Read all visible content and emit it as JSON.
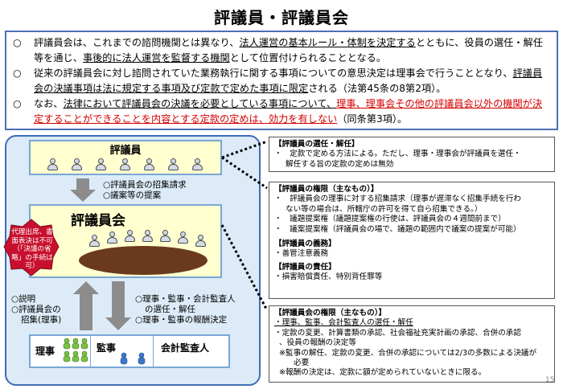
{
  "title": "評議員・評議員会",
  "intro": {
    "p1": {
      "bullet": "○",
      "a": "評議員会は、これまでの諮問機関とは異なり、",
      "b": "法人運営の基本ルール・体制を決定する",
      "c": "とともに、役員の選任・解任等を通じ、",
      "d": "事後的に法人運営を監督する機関",
      "e": "として位置付けられることとなる。"
    },
    "p2": {
      "bullet": "○",
      "a": "従来の評議員会に対し諮問されていた業務執行に関する事項についての意思決定は理事会で行うこととなり、",
      "b": "評議員会の決議事項は法に規定する事項及び定款で定めた事項に限定",
      "c": "される（法第45条の8第2項）。"
    },
    "p3": {
      "bullet": "○",
      "a": "なお、",
      "b": "法律において評議員会の決議を必要としている事項について、",
      "c": "理事、理事会その他の評議員会以外の機関が決定することができることを内容とする定款の定めは、",
      "d": "効力を有しない",
      "e": "（同条第3項）。"
    }
  },
  "diagram": {
    "hyogiin_label": "評議員",
    "req_line1": "○評議員会の招集請求",
    "req_line2": "○議案等の提案",
    "hyogiinkai_label": "評議員会",
    "proxy_text": "代理出席、書面表決は不可（「決議の省略」の手続は可）",
    "left_text1": "○説明",
    "left_text2": "○評議員会の",
    "left_text3": "招集(理事)",
    "right_text1": "○理事・監事・会計監査人",
    "right_text2": "の選任・解任",
    "right_text3": "○理事・監事の報酬決定",
    "riji_label": "理事",
    "kanji_label": "監事",
    "kaikei_label": "会計監査人"
  },
  "box1": {
    "heading": "【評議員の選任・解任】",
    "line1": "・　定款で定める方法による。ただし、理事・理事会が評議員を選任・",
    "line2": "解任する旨の定款の定めは無効"
  },
  "box2": {
    "heading": "【評議員の権限（主なもの）】",
    "line1": "・　評議員会の理事に対する招集請求（理事が遅滞なく招集手続を行わ",
    "line2": "ない等の場合は、所轄庁の許可を得て自ら招集できる。）",
    "line3": "・　議題提案権（議題提案権の行使は、評議員会の４週間前まで）",
    "line4": "・　議案提案権（評議員会の場で、議題の範囲内で議案の提案が可能）",
    "heading2": "【評議員の義務】",
    "line5": "・善管注意義務",
    "heading3": "【評議員の責任】",
    "line6": "・損害賠償責任、特別背任罪等"
  },
  "box3": {
    "heading": "【評議員会の権限（主なもの）】",
    "line1": "・理事、監事、会計監査人の選任・解任",
    "line2": "・定款の変更、計算書類の承認、社会福祉充実計画の承認、合併の承認",
    "line3": "、役員の報酬の決定等",
    "line4": "※監事の解任、定款の変更、合併の承認については2/3の多数による決議が",
    "line5": "必要",
    "line6": "※報酬の決定は、定款に額が定められていないときに限る。"
  },
  "page_number": "15",
  "colors": {
    "frame_blue": "#4a6fb5",
    "panel_blue": "#dcebf7",
    "box_yellow": "#ffffd0",
    "table_brown": "#6b3a1d",
    "proxy_red": "#c8102e",
    "riji_green": "#7cc142",
    "kanji_blue": "#3c78c8",
    "arrow_gray": "#8c8c8c"
  }
}
